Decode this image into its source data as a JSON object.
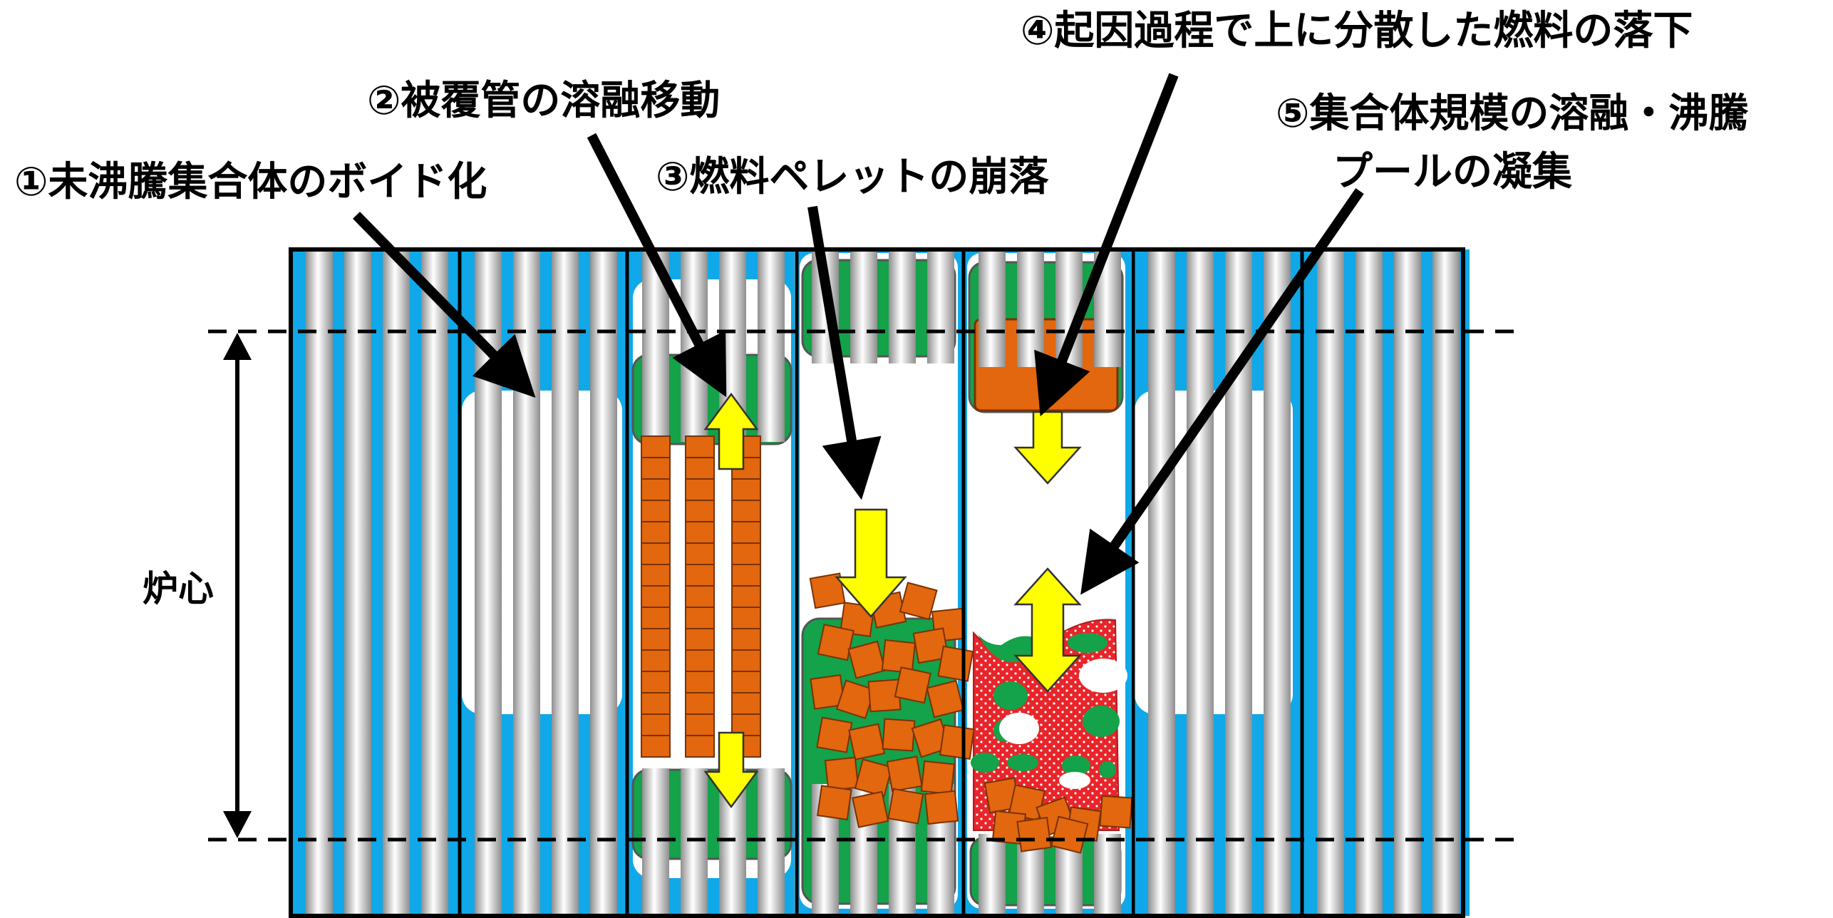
{
  "labels": {
    "step1": "①未沸騰集合体のボイド化",
    "step2": "②被覆管の溶融移動",
    "step3": "③燃料ペレットの崩落",
    "step4": "④起因過程で上に分散した燃料の落下",
    "step5_line1": "⑤集合体規模の溶融・沸騰",
    "step5_line2": "プールの凝集",
    "core": "炉心"
  },
  "colors": {
    "coolant": "#10a8e8",
    "pin_light": "#f4f4f4",
    "pin_dark": "#9a9a9a",
    "fuel": "#e2670e",
    "fuel_edge": "#7a3205",
    "steel": "#14a24a",
    "molten": "#e8252a",
    "arrow_yellow": "#ffff00"
  }
}
